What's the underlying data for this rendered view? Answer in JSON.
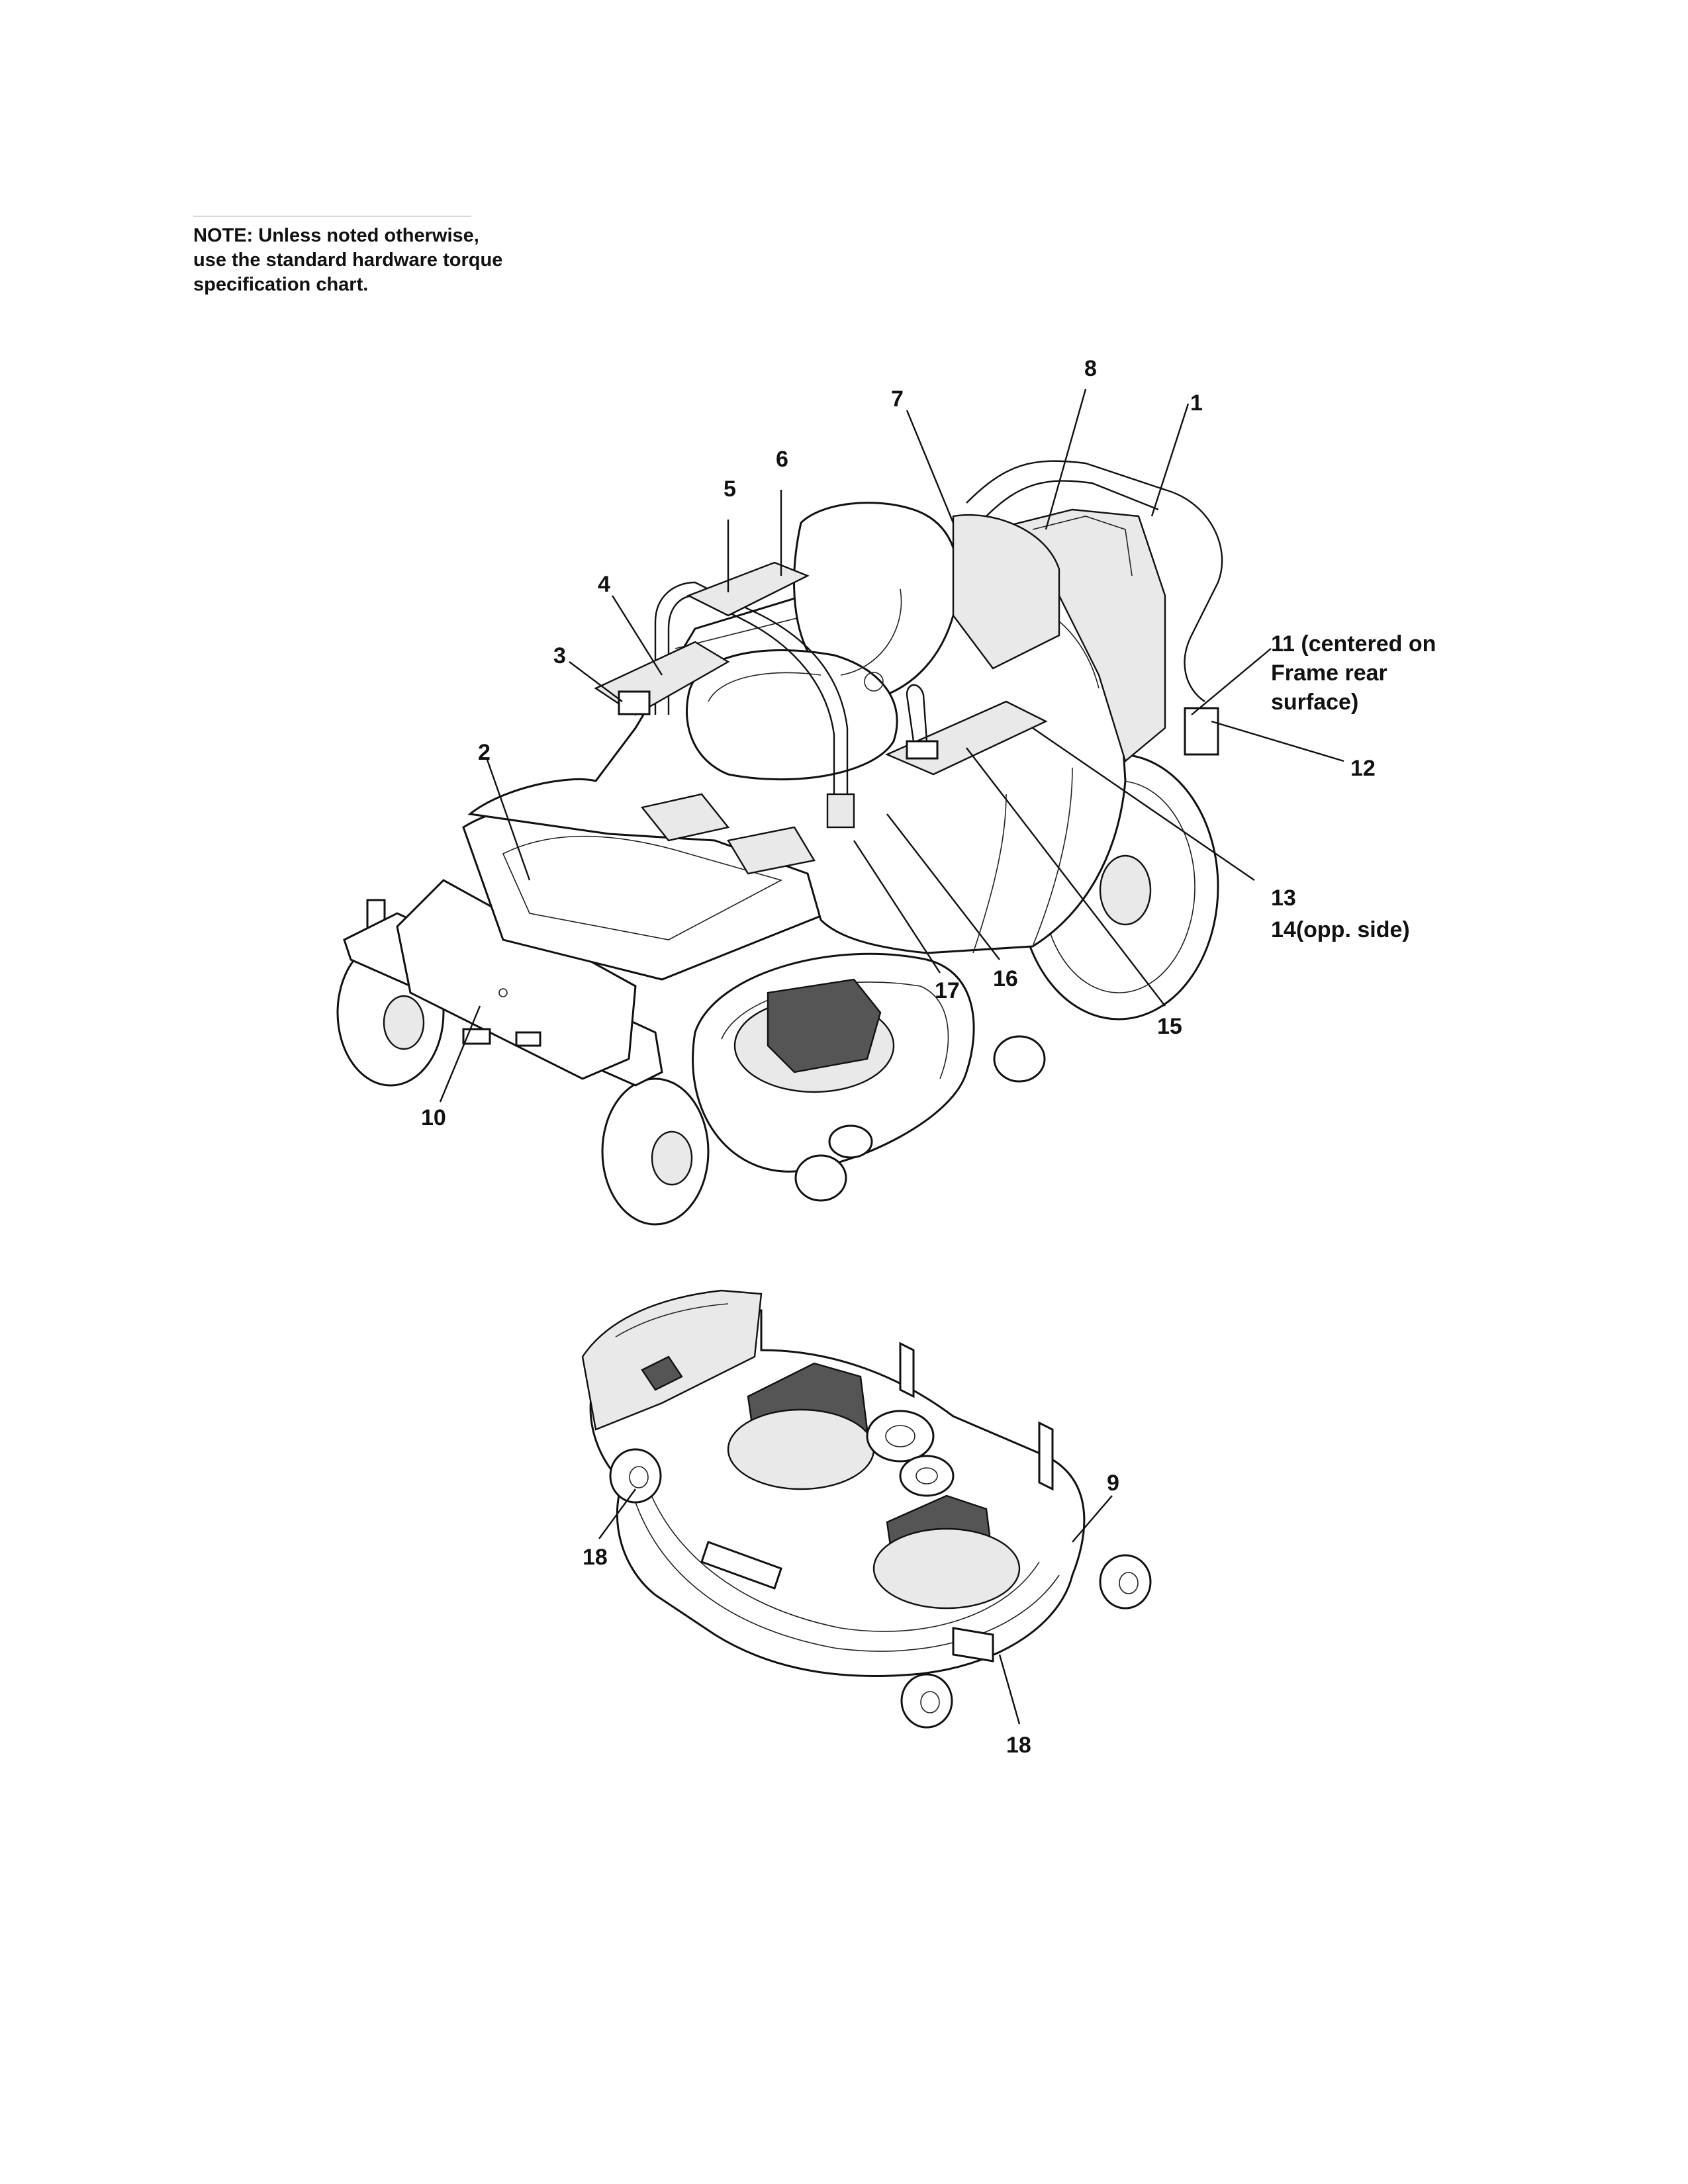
{
  "note": {
    "lines": [
      "NOTE: Unless noted otherwise,",
      "use the standard hardware torque",
      "specification chart."
    ]
  },
  "callouts": {
    "c1": "1",
    "c2": "2",
    "c3": "3",
    "c4": "4",
    "c5": "5",
    "c6": "6",
    "c7": "7",
    "c8": "8",
    "c9": "9",
    "c10": "10",
    "c11_line1": "11 (centered on",
    "c11_line2": "Frame rear",
    "c11_line3": "surface)",
    "c12": "12",
    "c13": "13",
    "c14": "14(opp. side)",
    "c15": "15",
    "c16": "16",
    "c17": "17",
    "c18a": "18",
    "c18b": "18"
  }
}
